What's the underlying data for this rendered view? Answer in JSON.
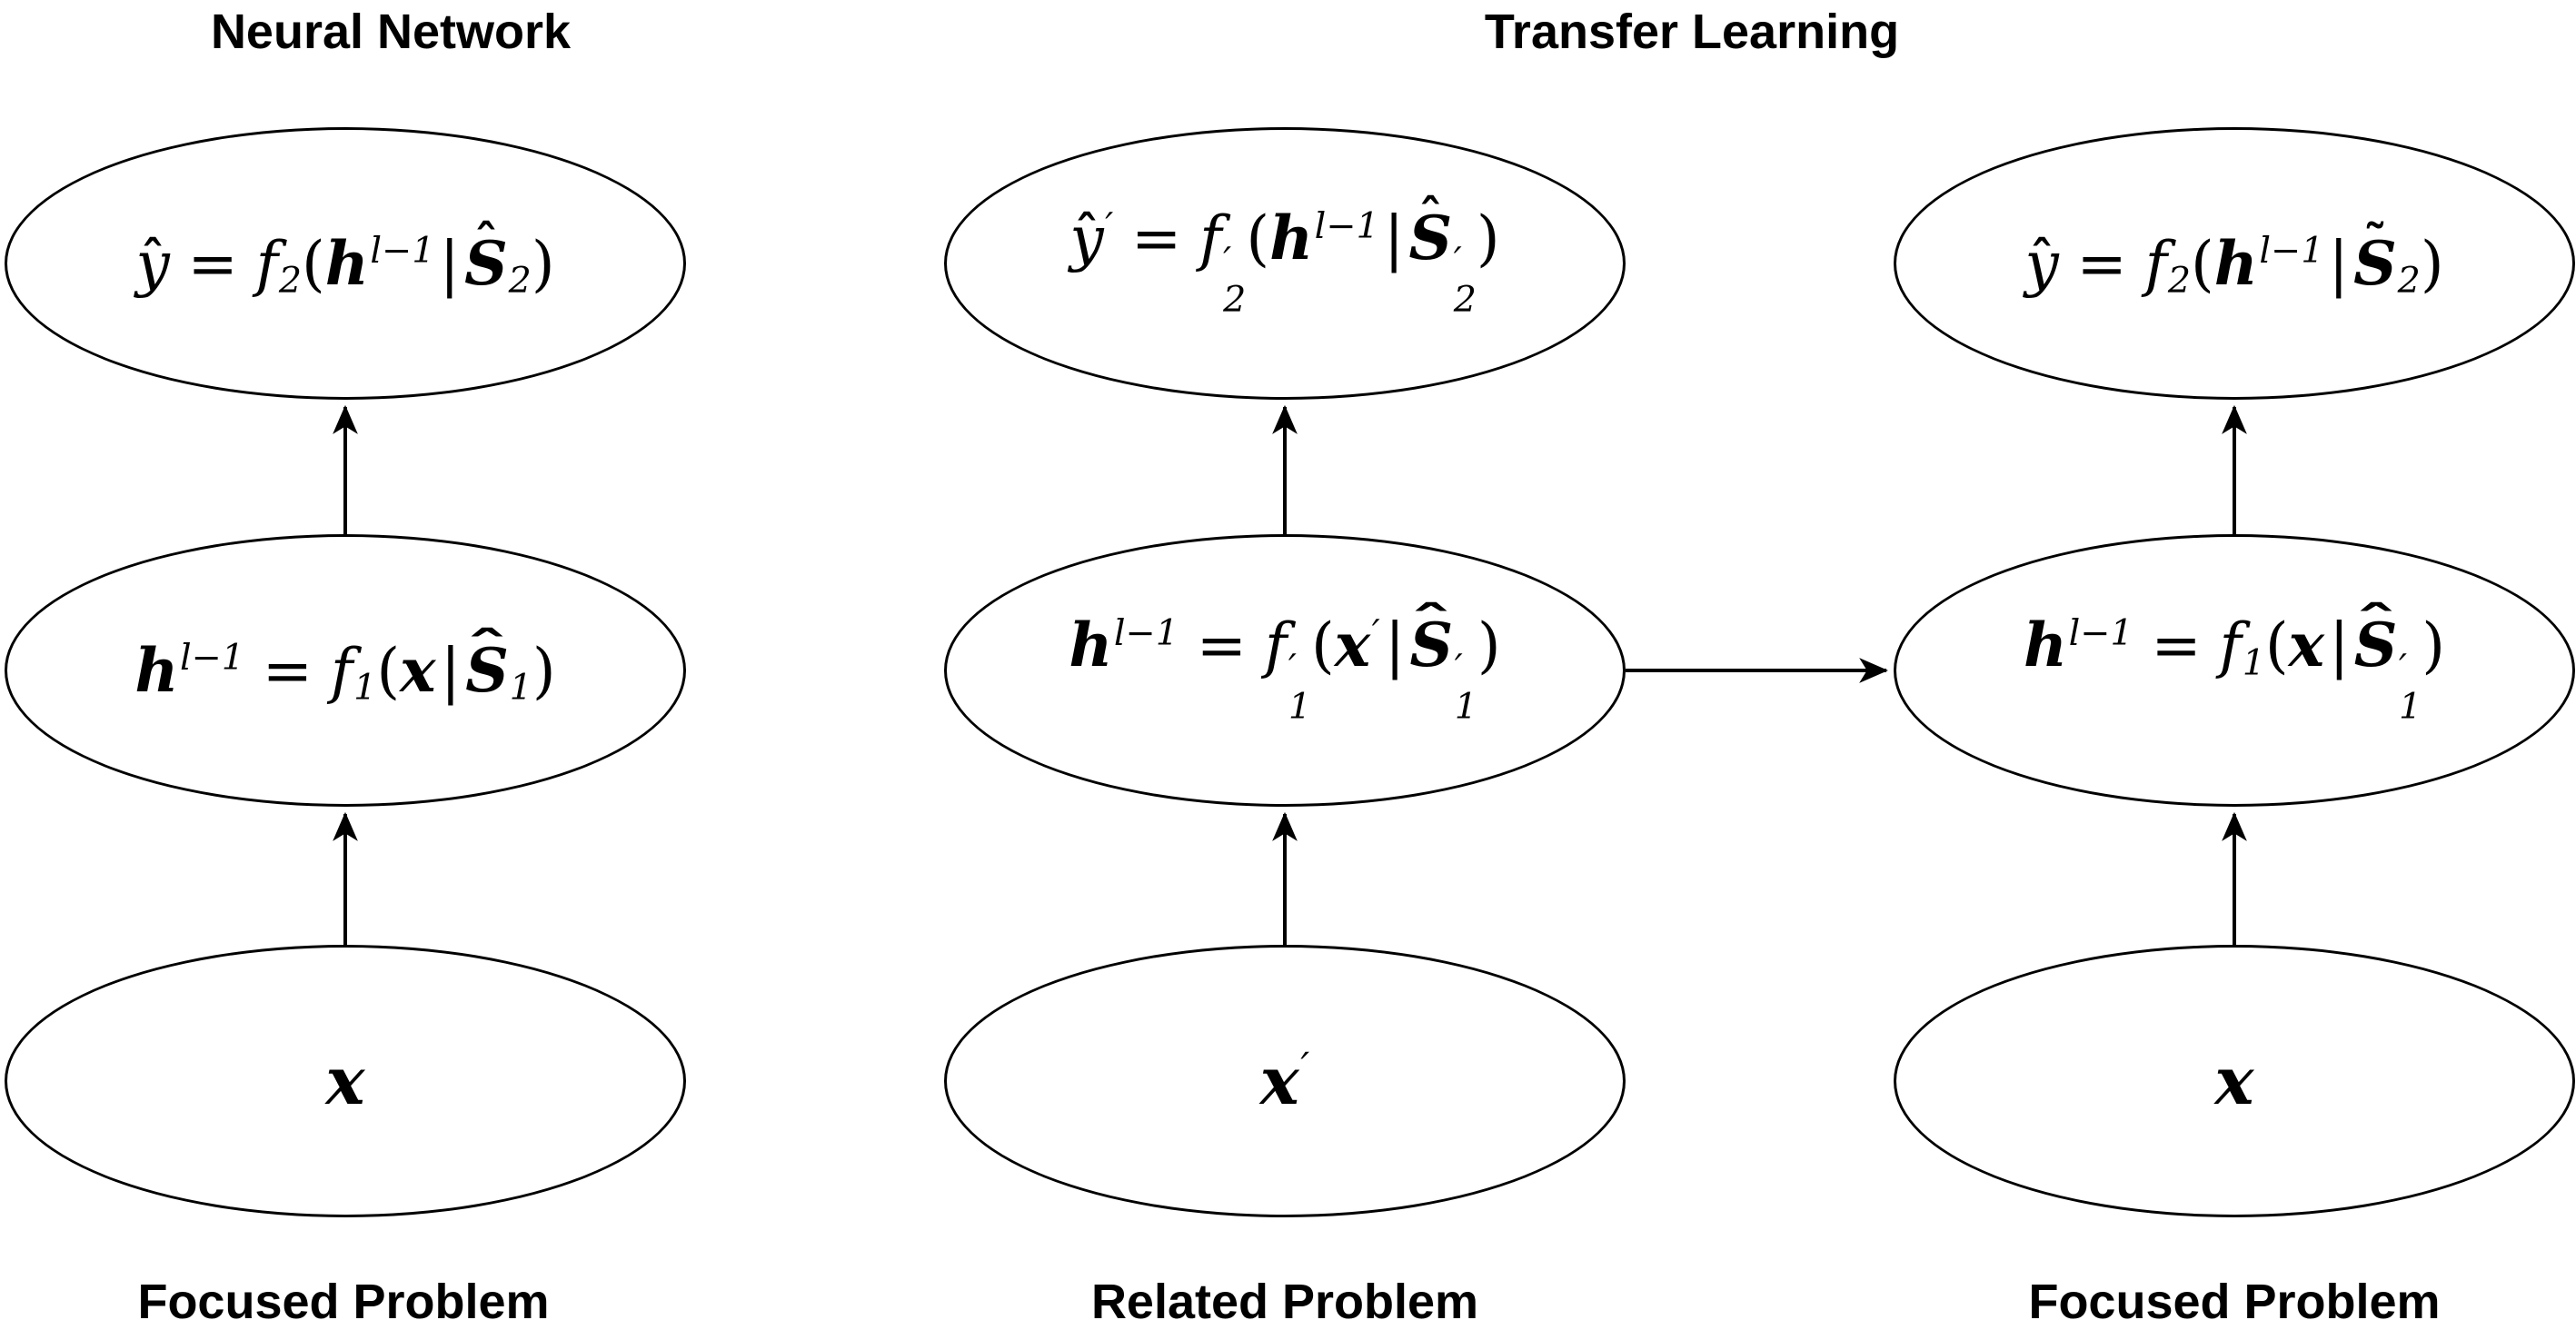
{
  "colors": {
    "background": "#ffffff",
    "stroke": "#000000",
    "text": "#000000"
  },
  "titles": [
    {
      "id": "neural-network",
      "text": "Neural Network"
    },
    {
      "id": "transfer-learning",
      "text": "Transfer Learning"
    }
  ],
  "labels": [
    {
      "id": "focused-problem-left",
      "text": "Focused Problem"
    },
    {
      "id": "related-problem",
      "text": "Related Problem"
    },
    {
      "id": "focused-problem-right",
      "text": "Focused Problem"
    }
  ],
  "nodes": [
    {
      "id": "nn-output",
      "group": "neural-network",
      "formula_text": "ŷ = f₂(h^(l−1)|Ŝ₂)",
      "math": [
        {
          "t": "y",
          "s": "i",
          "acc": "ˆ",
          "al": "low"
        },
        {
          "t": "=",
          "s": "n",
          "cl": "op"
        },
        {
          "t": "f",
          "s": "i",
          "sub": "2"
        },
        {
          "t": "(",
          "s": "n"
        },
        {
          "t": "h",
          "s": "bi",
          "sup": "l−1"
        },
        {
          "t": "|",
          "s": "n",
          "cl": "bar"
        },
        {
          "t": "S",
          "s": "bi",
          "acc": "ˆ",
          "sub": "2"
        },
        {
          "t": ")",
          "s": "n"
        }
      ]
    },
    {
      "id": "nn-hidden",
      "group": "neural-network",
      "formula_text": "h^(l−1) = f₁(x|Ŝ₁)",
      "math": [
        {
          "t": "h",
          "s": "bi",
          "sup": "l−1"
        },
        {
          "t": "=",
          "s": "n",
          "cl": "op"
        },
        {
          "t": "f",
          "s": "i",
          "sub": "1"
        },
        {
          "t": "(",
          "s": "n"
        },
        {
          "t": "x",
          "s": "bi"
        },
        {
          "t": "|",
          "s": "n",
          "cl": "bar"
        },
        {
          "t": "S",
          "s": "bi",
          "acc": "ˆ",
          "aw": 1,
          "sub": "1"
        },
        {
          "t": ")",
          "s": "n"
        }
      ]
    },
    {
      "id": "nn-input",
      "group": "neural-network",
      "formula_text": "x",
      "math": [
        {
          "t": "x",
          "s": "bi"
        }
      ]
    },
    {
      "id": "tl-related-output",
      "group": "transfer-learning",
      "formula_text": "ŷ′ = f₂′(h^(l−1)|Ŝ₂′)",
      "math": [
        {
          "t": "y",
          "s": "i",
          "acc": "ˆ",
          "al": "low",
          "sup": "′"
        },
        {
          "t": "=",
          "s": "n",
          "cl": "op"
        },
        {
          "t": "f",
          "s": "i",
          "sup": "′",
          "sub": "2"
        },
        {
          "t": "(",
          "s": "n"
        },
        {
          "t": "h",
          "s": "bi",
          "sup": "l−1"
        },
        {
          "t": "|",
          "s": "n",
          "cl": "bar"
        },
        {
          "t": "S",
          "s": "bi",
          "acc": "ˆ",
          "sup": "′",
          "sub": "2"
        },
        {
          "t": ")",
          "s": "n"
        }
      ]
    },
    {
      "id": "tl-related-hidden",
      "group": "transfer-learning",
      "formula_text": "h^(l−1) = f₁′(x′|Ŝ₁′)",
      "math": [
        {
          "t": "h",
          "s": "bi",
          "sup": "l−1"
        },
        {
          "t": "=",
          "s": "n",
          "cl": "op"
        },
        {
          "t": "f",
          "s": "i",
          "sup": "′",
          "sub": "1"
        },
        {
          "t": "(",
          "s": "n"
        },
        {
          "t": "x",
          "s": "bi",
          "sup": "′"
        },
        {
          "t": "|",
          "s": "n",
          "cl": "bar"
        },
        {
          "t": "S",
          "s": "bi",
          "acc": "ˆ",
          "aw": 1,
          "sup": "′",
          "sub": "1"
        },
        {
          "t": ")",
          "s": "n"
        }
      ]
    },
    {
      "id": "tl-related-input",
      "group": "transfer-learning",
      "formula_text": "x′",
      "math": [
        {
          "t": "x",
          "s": "bi",
          "sup": "′"
        }
      ]
    },
    {
      "id": "tl-focused-output",
      "group": "transfer-learning",
      "formula_text": "ŷ = f₂(h^(l−1)|S̃₂)",
      "math": [
        {
          "t": "y",
          "s": "i",
          "acc": "ˆ",
          "al": "low"
        },
        {
          "t": "=",
          "s": "n",
          "cl": "op"
        },
        {
          "t": "f",
          "s": "i",
          "sub": "2"
        },
        {
          "t": "(",
          "s": "n"
        },
        {
          "t": "h",
          "s": "bi",
          "sup": "l−1"
        },
        {
          "t": "|",
          "s": "n",
          "cl": "bar"
        },
        {
          "t": "S",
          "s": "bi",
          "acc": "˜",
          "sub": "2"
        },
        {
          "t": ")",
          "s": "n"
        }
      ]
    },
    {
      "id": "tl-focused-hidden",
      "group": "transfer-learning",
      "formula_text": "h^(l−1) = f₁(x|Ŝ₁′)",
      "math": [
        {
          "t": "h",
          "s": "bi",
          "sup": "l−1"
        },
        {
          "t": "=",
          "s": "n",
          "cl": "op"
        },
        {
          "t": "f",
          "s": "i",
          "sub": "1"
        },
        {
          "t": "(",
          "s": "n"
        },
        {
          "t": "x",
          "s": "bi"
        },
        {
          "t": "|",
          "s": "n",
          "cl": "bar"
        },
        {
          "t": "S",
          "s": "bi",
          "acc": "ˆ",
          "aw": 1,
          "sup": "′",
          "sub": "1"
        },
        {
          "t": ")",
          "s": "n"
        }
      ]
    },
    {
      "id": "tl-focused-input",
      "group": "transfer-learning",
      "formula_text": "x",
      "math": [
        {
          "t": "x",
          "s": "bi"
        }
      ]
    }
  ],
  "edges": [
    {
      "from": "nn-input",
      "to": "nn-hidden",
      "direction": "up"
    },
    {
      "from": "nn-hidden",
      "to": "nn-output",
      "direction": "up"
    },
    {
      "from": "tl-related-input",
      "to": "tl-related-hidden",
      "direction": "up"
    },
    {
      "from": "tl-related-hidden",
      "to": "tl-related-output",
      "direction": "up"
    },
    {
      "from": "tl-related-hidden",
      "to": "tl-focused-hidden",
      "direction": "right"
    },
    {
      "from": "tl-focused-input",
      "to": "tl-focused-hidden",
      "direction": "up"
    },
    {
      "from": "tl-focused-hidden",
      "to": "tl-focused-output",
      "direction": "up"
    }
  ]
}
